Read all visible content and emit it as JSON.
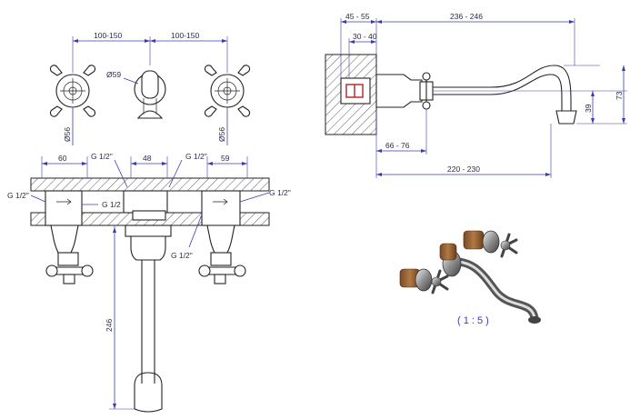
{
  "views": {
    "front": {
      "dim_left_spacing": "100-150",
      "dim_right_spacing": "100-150",
      "dia_spout": "Ø59",
      "dia_left": "Ø56",
      "dia_right": "Ø56"
    },
    "side": {
      "dim_top_a": "45 - 55",
      "dim_top_b": "236 - 246",
      "dim_top_c": "30 - 40",
      "dim_height_a": "73",
      "dim_height_b": "39",
      "dim_bottom_a": "66 - 76",
      "dim_bottom_b": "220 - 230"
    },
    "plan": {
      "dim_left_width": "60",
      "dim_center_width": "48",
      "dim_right_width": "59",
      "thread_top_left": "G 1/2\"",
      "thread_top_right": "G 1/2\"",
      "thread_side_left": "G 1/2\"",
      "thread_inner_left": "G 1/2",
      "thread_side_right": "G 1/2\"",
      "thread_bottom": "G 1/2\"",
      "dim_spout_length": "246"
    },
    "render": {
      "scale": "( 1 : 5 )"
    }
  }
}
